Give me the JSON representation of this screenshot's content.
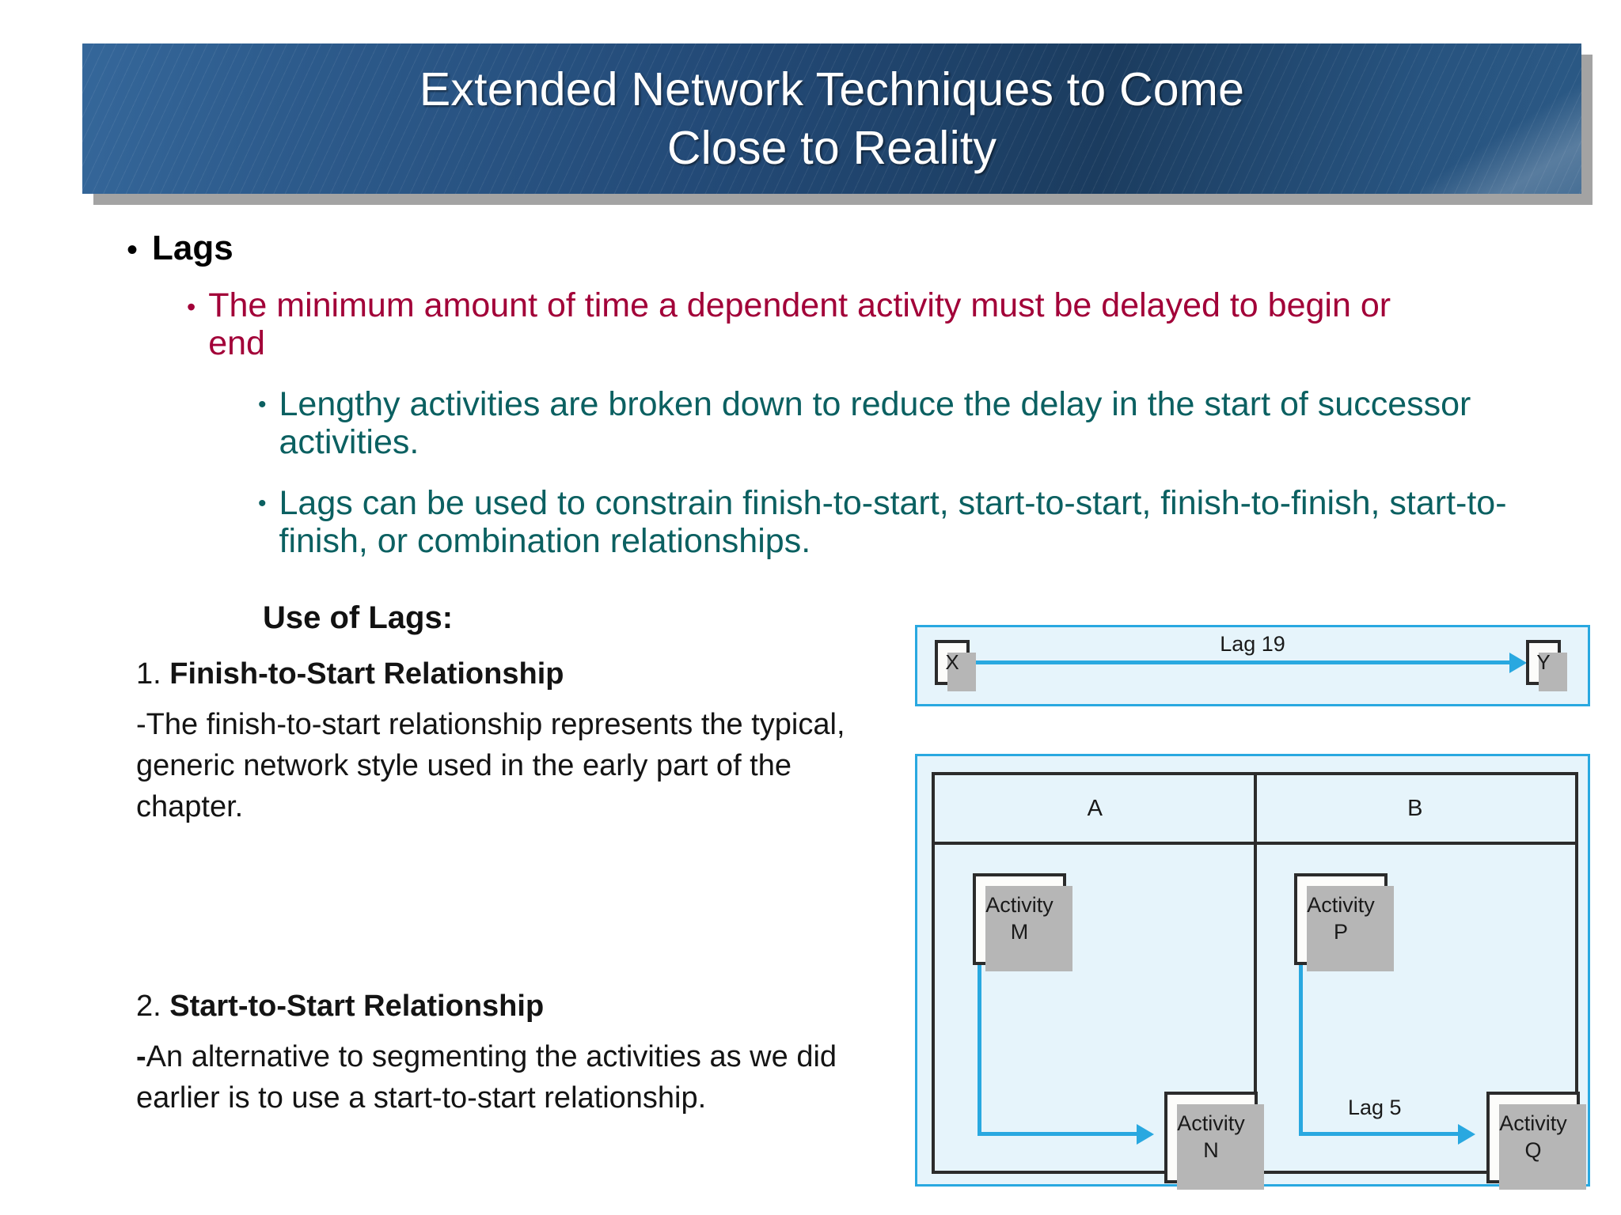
{
  "slide": {
    "title_line1": "Extended Network Techniques to Come",
    "title_line2": "Close to Reality",
    "colors": {
      "banner_dark": "#1b3c5f",
      "banner_light": "#35679a",
      "crimson": "#a20038",
      "teal": "#0b6061",
      "diagram_blue": "#29a8e0",
      "diagram_panel_bg": "#e6f4fb",
      "body_text": "#141414"
    }
  },
  "outline": {
    "level1": {
      "bullet_glyph": "•",
      "text": "Lags"
    },
    "level2": {
      "bullet_glyph": "•",
      "text": "The minimum amount of time a dependent activity must be delayed to begin or end"
    },
    "level3": [
      {
        "bullet_glyph": "•",
        "text": "Lengthy activities are broken down to reduce the delay in the start of successor activities."
      },
      {
        "bullet_glyph": "•",
        "text": "Lags can be used to constrain finish-to-start, start-to-start, finish-to-finish, start-to-finish, or combination relationships."
      }
    ]
  },
  "body": {
    "section_heading": "Use of Lags:",
    "items": [
      {
        "number": "1. ",
        "heading": "Finish-to-Start Relationship",
        "paragraph": "-The finish-to-start relationship represents the typical, generic network style used in the early part of the chapter."
      },
      {
        "number": "2. ",
        "heading": "Start-to-Start Relationship",
        "lead": "-",
        "paragraph": "An alternative to segmenting the activities as we did earlier is to use a start-to-start relationship."
      }
    ]
  },
  "figures": {
    "lag19": {
      "from_node": "X",
      "to_node": "Y",
      "lag_label": "Lag 19"
    },
    "ab": {
      "panel_a_label": "A",
      "panel_b_label": "B",
      "nodes": {
        "m": "Activity\nM",
        "n": "Activity\nN",
        "p": "Activity\nP",
        "q": "Activity\nQ"
      },
      "lag_label": "Lag 5"
    }
  }
}
